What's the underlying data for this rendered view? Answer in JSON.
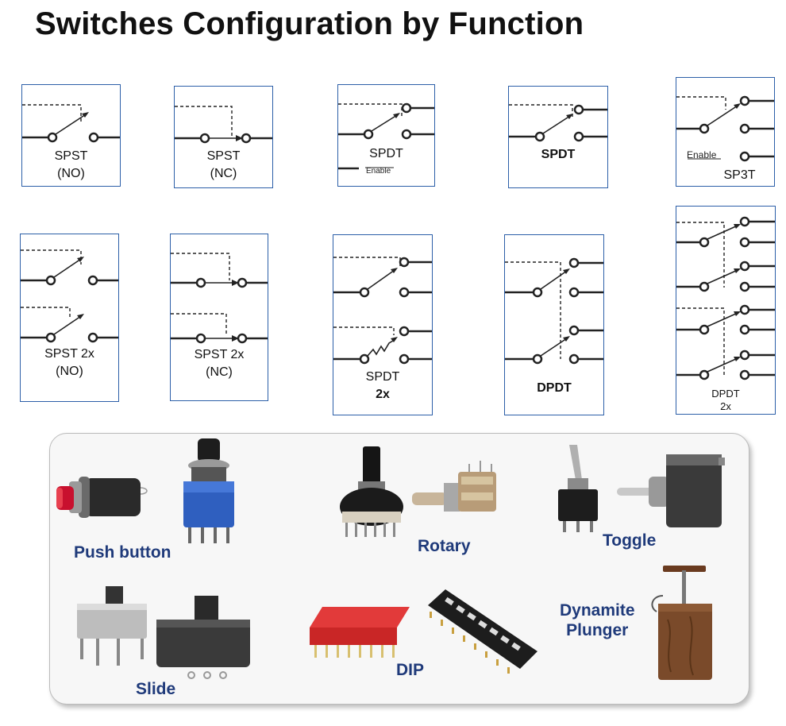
{
  "title": "Switches Configuration by Function",
  "switches": {
    "spst_no": {
      "line1": "SPST",
      "line2": "(NO)"
    },
    "spst_nc": {
      "line1": "SPST",
      "line2": "(NC)"
    },
    "spdt_enable": {
      "line1": "SPDT",
      "enable": "Enable"
    },
    "spdt": {
      "line1": "SPDT"
    },
    "sp3t": {
      "line1": "SP3T",
      "enable": "Enable"
    },
    "spst2_no": {
      "line1": "SPST 2x",
      "line2": "(NO)"
    },
    "spst2_nc": {
      "line1": "SPST 2x",
      "line2": "(NC)"
    },
    "spdt2": {
      "line1": "SPDT",
      "line2": "2x"
    },
    "dpdt": {
      "line1": "DPDT"
    },
    "dpdt2": {
      "line1": "DPDT",
      "line2": "2x"
    }
  },
  "types": {
    "push": "Push button",
    "rotary": "Rotary",
    "toggle": "Toggle",
    "slide": "Slide",
    "dip": "DIP",
    "dynamite_1": "Dynamite",
    "dynamite_2": "Plunger"
  },
  "colors": {
    "box_border": "#2c5fa8",
    "label_blue": "#1f3a7a"
  }
}
